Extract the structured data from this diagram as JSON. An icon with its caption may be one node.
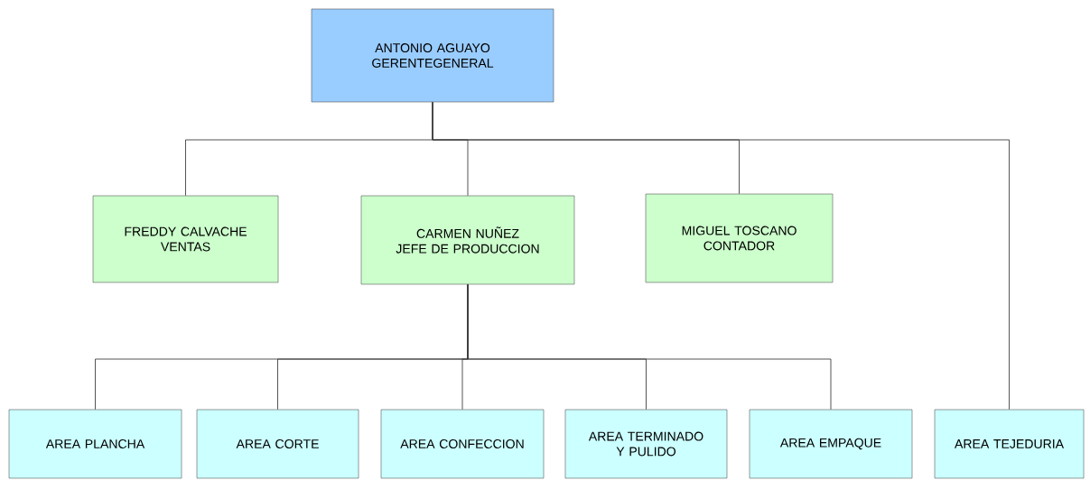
{
  "diagram": {
    "nodes": [
      {
        "text": [
          "ANTONIO AGUAYO",
          "GERENTEGENERAL"
        ]
      },
      {
        "text": [
          "FREDDY CALVACHE",
          "VENTAS"
        ]
      },
      {
        "text": [
          "CARMEN NUÑEZ",
          "JEFE DE PRODUCCION"
        ]
      },
      {
        "text": [
          "MIGUEL TOSCANO",
          "CONTADOR"
        ]
      },
      {
        "text": [
          "AREA PLANCHA"
        ]
      },
      {
        "text": [
          "AREA CORTE"
        ]
      },
      {
        "text": [
          "AREA CONFECCION"
        ]
      },
      {
        "text": [
          "AREA TERMINADO Y PULIDO"
        ]
      },
      {
        "text": [
          "AREA EMPAQUE"
        ]
      },
      {
        "text": [
          "AREA TEJEDURIA"
        ]
      }
    ],
    "edges": [
      {
        "from": 0,
        "to": 1,
        "arrow": "none"
      },
      {
        "from": 0,
        "to": 2,
        "arrow": "none"
      },
      {
        "from": 0,
        "to": 3,
        "arrow": "none"
      },
      {
        "from": 0,
        "to": 9,
        "arrow": "none"
      },
      {
        "from": 2,
        "to": 4,
        "arrow": "none"
      },
      {
        "from": 2,
        "to": 5,
        "arrow": "none"
      },
      {
        "from": 2,
        "to": 6,
        "arrow": "none"
      },
      {
        "from": 2,
        "to": 7,
        "arrow": "none"
      },
      {
        "from": 2,
        "to": 8,
        "arrow": "none"
      }
    ]
  }
}
